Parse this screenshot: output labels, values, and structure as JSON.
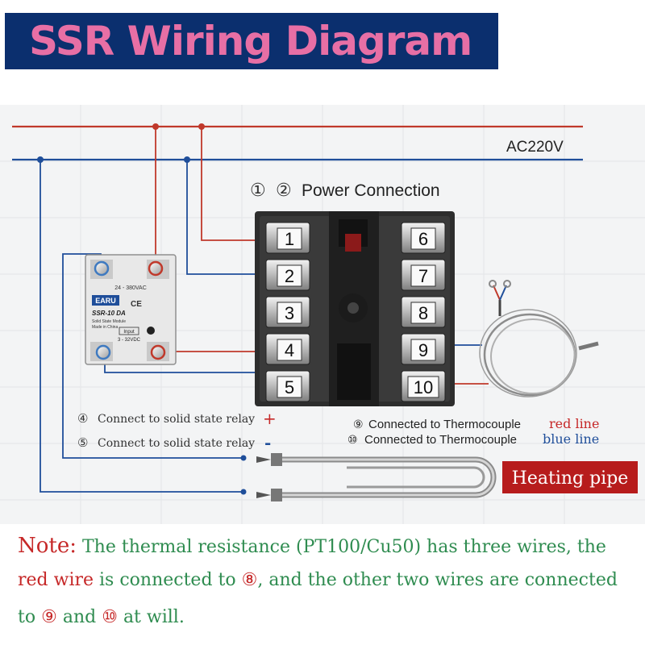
{
  "title": "SSR  Wiring Diagram",
  "ac_label": "AC220V",
  "power_connection": {
    "circle1": "①",
    "circle2": "②",
    "label": "Power Connection"
  },
  "controller": {
    "left_terminals": [
      "1",
      "2",
      "3",
      "4",
      "5"
    ],
    "right_terminals": [
      "6",
      "7",
      "8",
      "9",
      "10"
    ]
  },
  "ssr": {
    "brand": "EARU",
    "model": "SSR-10 DA",
    "subtitle": "Solid State Module",
    "made_in": "Made in China",
    "output_rating": "24 - 380VAC",
    "input_label": "Input",
    "input_rating": "3 - 32VDC"
  },
  "annotations": {
    "t4": {
      "circle": "④",
      "text": "Connect to solid state relay",
      "sign": "+"
    },
    "t5": {
      "circle": "⑤",
      "text": "Connect to solid state relay",
      "sign": "-"
    },
    "t9": {
      "circle": "⑨",
      "text": "Connected to Thermocouple",
      "color_word": "red line"
    },
    "t10": {
      "circle": "⑩",
      "text": "Connected to Thermocouple",
      "color_word": "blue line"
    }
  },
  "heating_pipe_label": "Heating pipe",
  "note": {
    "prefix": "Note:",
    "line1": "The thermal resistance (PT100/Cu50) has three wires, the",
    "line2_red": "red wire",
    "line2_a": "is connected to",
    "line2_circle": "⑧",
    "line2_b": ", and the other two wires are connected",
    "line3_a": "to",
    "line3_circle1": "⑨",
    "line3_b": "and",
    "line3_circle2": "⑩",
    "line3_c": "at will."
  },
  "colors": {
    "live_wire": "#c0392b",
    "neutral_wire": "#1f4e9a",
    "title_bg": "#0b2f6e",
    "title_text": "#e76fa5",
    "note_green": "#2f8c50",
    "note_red": "#c62828",
    "heating_label_bg": "#b71c1c"
  }
}
